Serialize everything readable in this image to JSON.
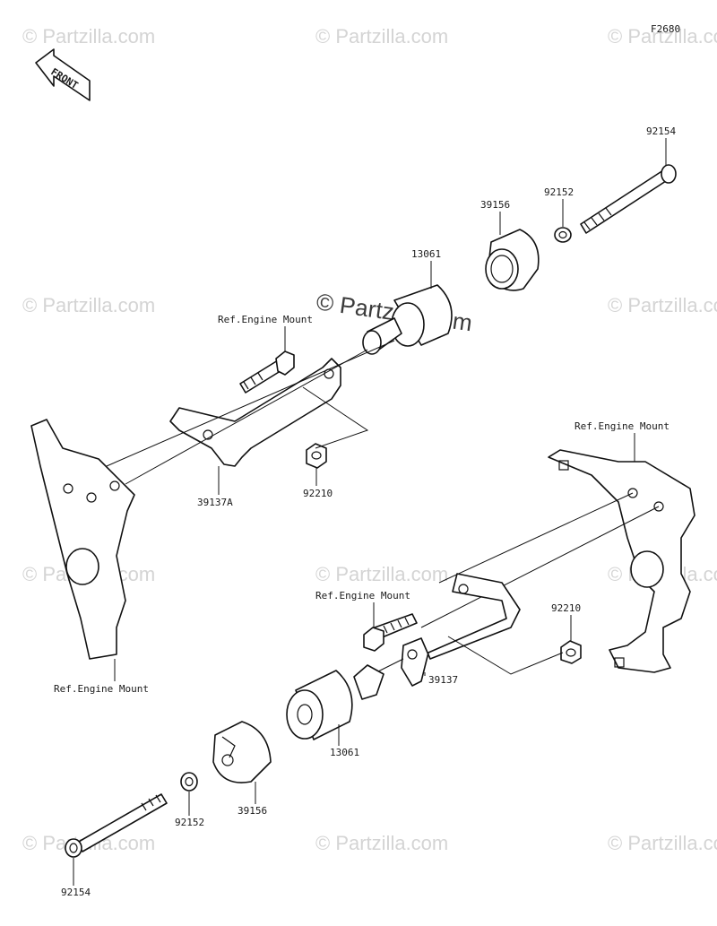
{
  "figure_code": "F2680",
  "front_label": "FRONT",
  "watermarks": {
    "small": "© Partzilla.com",
    "center": "© Partzilla.com"
  },
  "labels": {
    "bolt_upper": "92154",
    "washer_upper": "92152",
    "cap_upper": "39156",
    "rubber_upper": "13061",
    "ref_upper_left_bolt": "Ref.Engine Mount",
    "bracket_upper": "39137A",
    "nut_upper": "92210",
    "ref_right_bracket": "Ref.Engine Mount",
    "ref_lower_bolt": "Ref.Engine Mount",
    "nut_lower": "92210",
    "bracket_lower": "39137",
    "rubber_lower": "13061",
    "cap_lower": "39156",
    "washer_lower": "92152",
    "bolt_lower": "92154",
    "ref_left_bracket": "Ref.Engine Mount"
  },
  "colors": {
    "line": "#111111",
    "watermark": "#d4d4d4",
    "background": "#ffffff"
  }
}
